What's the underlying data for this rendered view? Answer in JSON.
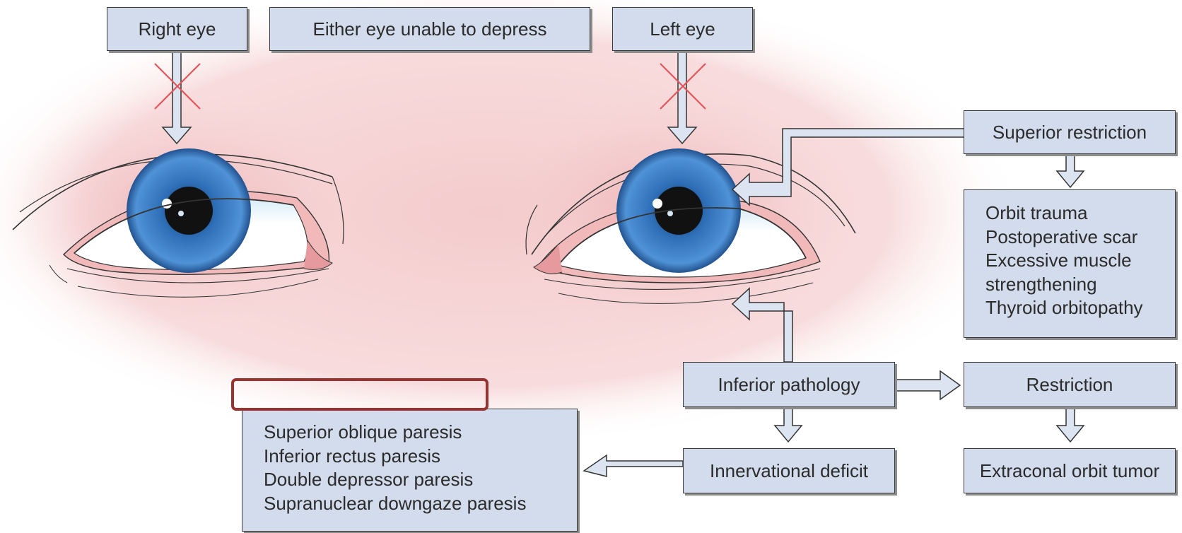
{
  "colors": {
    "box_fill": "#d3dcec",
    "box_border": "#3a3a3a",
    "skin": "#f6d3d4",
    "iris": "#2f6fb8",
    "cross": "#e2555a",
    "highlight": "#9a3232"
  },
  "labels": {
    "right_eye": "Right eye",
    "either_eye": "Either eye unable to depress",
    "left_eye": "Left eye",
    "superior_restriction": "Superior restriction",
    "inferior_pathology": "Inferior pathology",
    "restriction": "Restriction",
    "innervational_deficit": "Innervational deficit",
    "extraconal_tumor": "Extraconal orbit tumor"
  },
  "superior_causes": [
    "Orbit trauma",
    "Postoperative scar",
    "Excessive muscle",
    "strengthening",
    "Thyroid orbitopathy"
  ],
  "paresis_causes": [
    "Superior oblique paresis",
    "Inferior rectus paresis",
    "Double depressor paresis",
    "Supranuclear downgaze paresis"
  ],
  "highlight_box_text": ""
}
